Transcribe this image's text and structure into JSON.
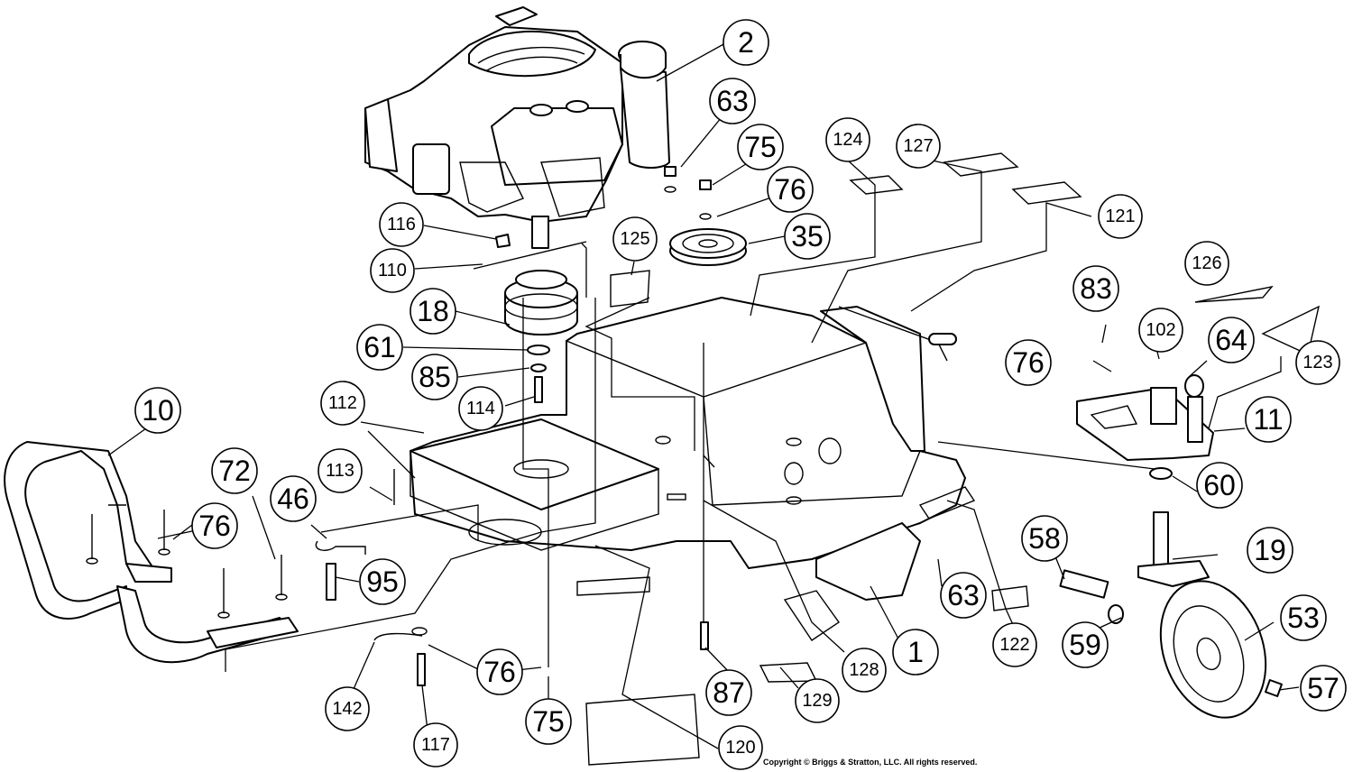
{
  "diagram": {
    "copyright": "Copyright © Briggs & Stratton, LLC. All rights reserved.",
    "callouts": [
      {
        "id": "c2",
        "label": "2"
      },
      {
        "id": "c63a",
        "label": "63"
      },
      {
        "id": "c75a",
        "label": "75"
      },
      {
        "id": "c76a",
        "label": "76"
      },
      {
        "id": "c35",
        "label": "35"
      },
      {
        "id": "c124",
        "label": "124"
      },
      {
        "id": "c127",
        "label": "127"
      },
      {
        "id": "c121",
        "label": "121"
      },
      {
        "id": "c116",
        "label": "116"
      },
      {
        "id": "c110",
        "label": "110"
      },
      {
        "id": "c125",
        "label": "125"
      },
      {
        "id": "c18",
        "label": "18"
      },
      {
        "id": "c61",
        "label": "61"
      },
      {
        "id": "c85",
        "label": "85"
      },
      {
        "id": "c114",
        "label": "114"
      },
      {
        "id": "c126",
        "label": "126"
      },
      {
        "id": "c83",
        "label": "83"
      },
      {
        "id": "c102",
        "label": "102"
      },
      {
        "id": "c64",
        "label": "64"
      },
      {
        "id": "c76b",
        "label": "76"
      },
      {
        "id": "c123",
        "label": "123"
      },
      {
        "id": "c11",
        "label": "11"
      },
      {
        "id": "c10",
        "label": "10"
      },
      {
        "id": "c112",
        "label": "112"
      },
      {
        "id": "c113",
        "label": "113"
      },
      {
        "id": "c72",
        "label": "72"
      },
      {
        "id": "c46",
        "label": "46"
      },
      {
        "id": "c76c",
        "label": "76"
      },
      {
        "id": "c95",
        "label": "95"
      },
      {
        "id": "c60",
        "label": "60"
      },
      {
        "id": "c58",
        "label": "58"
      },
      {
        "id": "c19",
        "label": "19"
      },
      {
        "id": "c63b",
        "label": "63"
      },
      {
        "id": "c53",
        "label": "53"
      },
      {
        "id": "c122",
        "label": "122"
      },
      {
        "id": "c59",
        "label": "59"
      },
      {
        "id": "c1",
        "label": "1"
      },
      {
        "id": "c128",
        "label": "128"
      },
      {
        "id": "c57",
        "label": "57"
      },
      {
        "id": "c142",
        "label": "142"
      },
      {
        "id": "c76d",
        "label": "76"
      },
      {
        "id": "c87",
        "label": "87"
      },
      {
        "id": "c129",
        "label": "129"
      },
      {
        "id": "c75b",
        "label": "75"
      },
      {
        "id": "c117",
        "label": "117"
      },
      {
        "id": "c120",
        "label": "120"
      }
    ]
  }
}
